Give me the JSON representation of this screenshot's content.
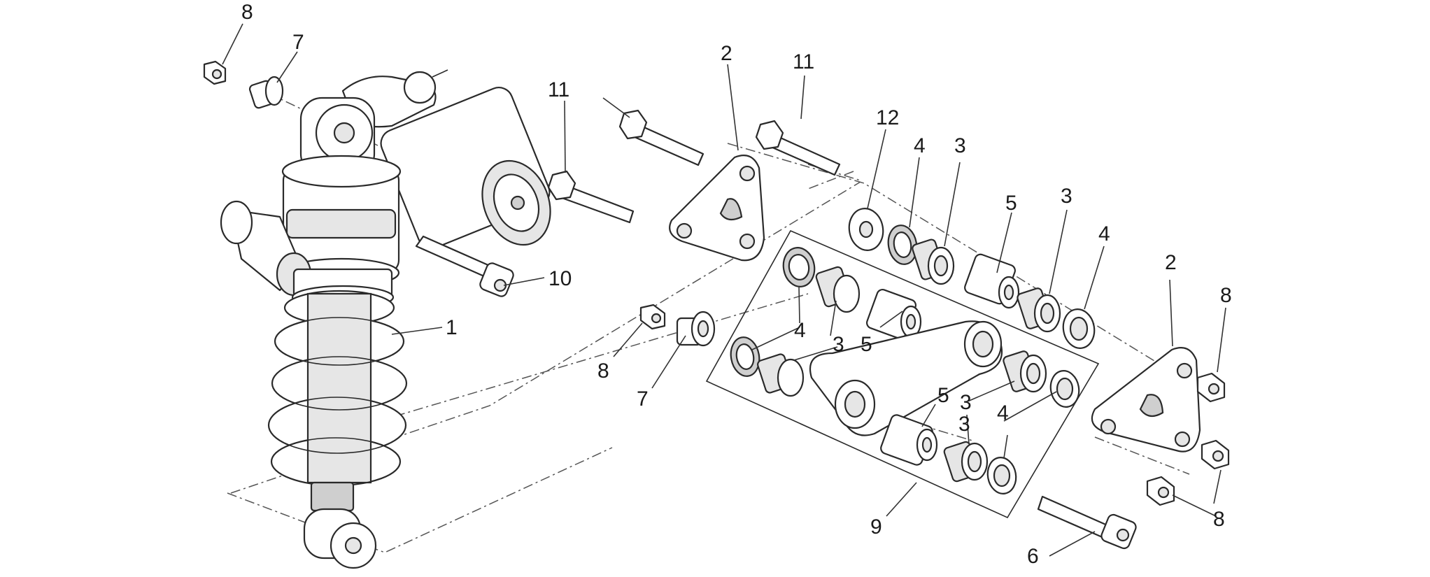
{
  "callouts": {
    "c01": "8",
    "c02": "7",
    "c03": "2",
    "c04": "11",
    "c05": "11",
    "c06": "12",
    "c07": "4",
    "c08": "3",
    "c09": "5",
    "c10": "3",
    "c11": "4",
    "c12": "2",
    "c13": "8",
    "c14": "10",
    "c15": "1",
    "c16": "4",
    "c17": "3",
    "c18": "5",
    "c19": "8",
    "c20": "7",
    "c21": "5",
    "c22": "3",
    "c23": "3",
    "c24": "4",
    "c25": "9",
    "c26": "6",
    "c27": "8"
  },
  "colors": {
    "line": "#2a2a2a",
    "background": "#ffffff"
  }
}
